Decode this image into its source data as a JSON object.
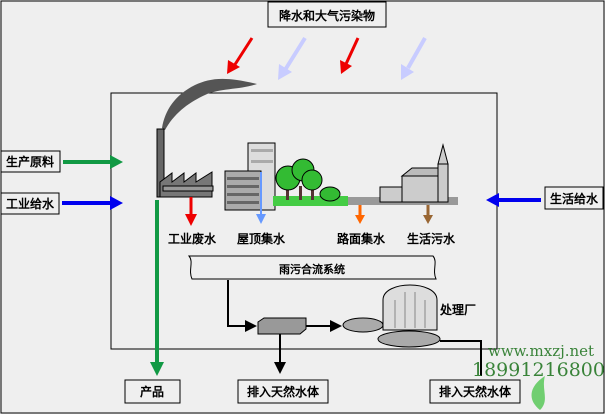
{
  "title": "降水和大气污染物",
  "inputs": {
    "raw_material": "生产原料",
    "industrial_water": "工业给水",
    "domestic_water": "生活给水"
  },
  "sources": [
    "工业废水",
    "屋顶集水",
    "路面集水",
    "生活污水"
  ],
  "sewer": "雨污合流系统",
  "plant": "处理厂",
  "outputs": {
    "product": "产品",
    "discharge_1": "排入天然水体",
    "discharge_2": "排入天然水体"
  },
  "watermark": {
    "phone": "18991216800",
    "site": "www.mxzj.net"
  },
  "colors": {
    "industrial": "#ff0000",
    "roof": "#6699ff",
    "road": "#ff6600",
    "domestic": "#996633",
    "product": "#119944",
    "feed": "#0000ee",
    "rain": "#c8ccff"
  }
}
